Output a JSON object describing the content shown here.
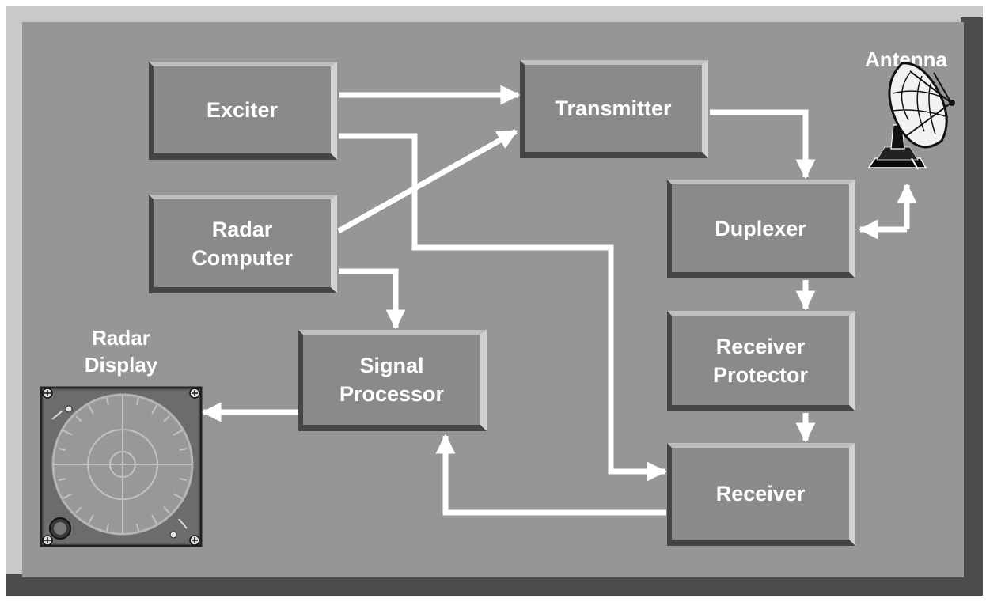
{
  "blocks": {
    "exciter": "Exciter",
    "transmitter": "Transmitter",
    "radar_computer": "Radar\nComputer",
    "duplexer": "Duplexer",
    "signal_processor": "Signal\nProcessor",
    "receiver_protector": "Receiver\nProtector",
    "receiver": "Receiver"
  },
  "labels": {
    "antenna": "Antenna",
    "radar_display": "Radar\nDisplay"
  },
  "icons": {
    "antenna": "satellite-dish-icon",
    "radar_display": "radar-scope-icon"
  },
  "colors": {
    "background": "#969696",
    "block_face": "#8a8a8a",
    "connector": "#ffffff",
    "text": "#ffffff"
  }
}
